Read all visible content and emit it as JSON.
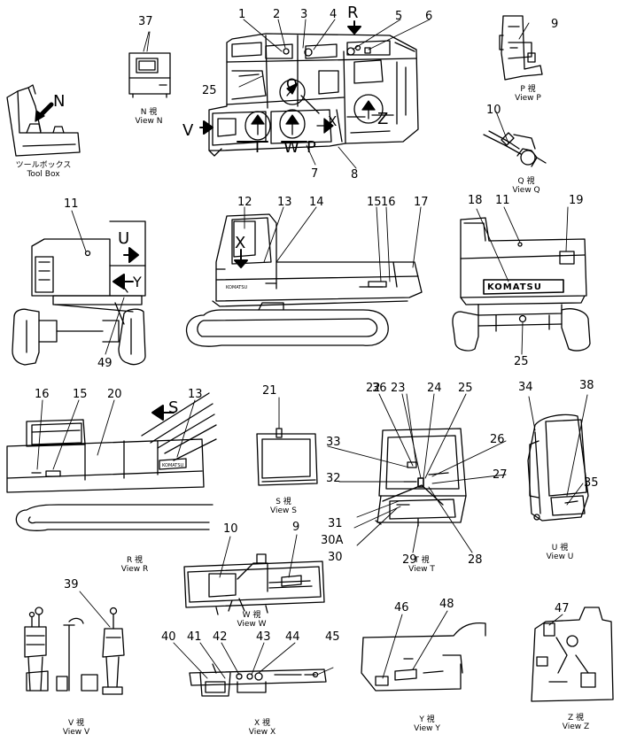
{
  "callouts": [
    "1",
    "2",
    "3",
    "4",
    "5",
    "6",
    "7",
    "8",
    "9",
    "10",
    "11",
    "12",
    "13",
    "14",
    "15",
    "16",
    "17",
    "18",
    "19",
    "20",
    "21",
    "22",
    "23",
    "24",
    "25",
    "26",
    "27",
    "28",
    "29",
    "30",
    "30A",
    "31",
    "32",
    "33",
    "34",
    "35",
    "36",
    "37",
    "38",
    "39",
    "40",
    "41",
    "42",
    "43",
    "44",
    "45",
    "46",
    "47",
    "48",
    "49"
  ],
  "arrow_letters": [
    "N",
    "R",
    "Q",
    "Z",
    "V",
    "T",
    "W",
    "P",
    "X",
    "U",
    "Y",
    "S"
  ],
  "decal_text": "KOMATSU",
  "captions": {
    "tool_box": {
      "jp": "ツールボックス",
      "en": "Tool Box"
    },
    "view_n": {
      "jp": "N 視",
      "en": "View N"
    },
    "view_p": {
      "jp": "P 視",
      "en": "View P"
    },
    "view_q": {
      "jp": "Q 視",
      "en": "View Q"
    },
    "view_r": {
      "jp": "R 視",
      "en": "View R"
    },
    "view_s": {
      "jp": "S 視",
      "en": "View S"
    },
    "view_t": {
      "jp": "T 視",
      "en": "View T"
    },
    "view_u": {
      "jp": "U 視",
      "en": "View U"
    },
    "view_w": {
      "jp": "W 視",
      "en": "View W"
    },
    "view_v": {
      "jp": "V 視",
      "en": "View V"
    },
    "view_x": {
      "jp": "X 視",
      "en": "View X"
    },
    "view_y": {
      "jp": "Y 視",
      "en": "View Y"
    },
    "view_z": {
      "jp": "Z 視",
      "en": "View Z"
    }
  }
}
